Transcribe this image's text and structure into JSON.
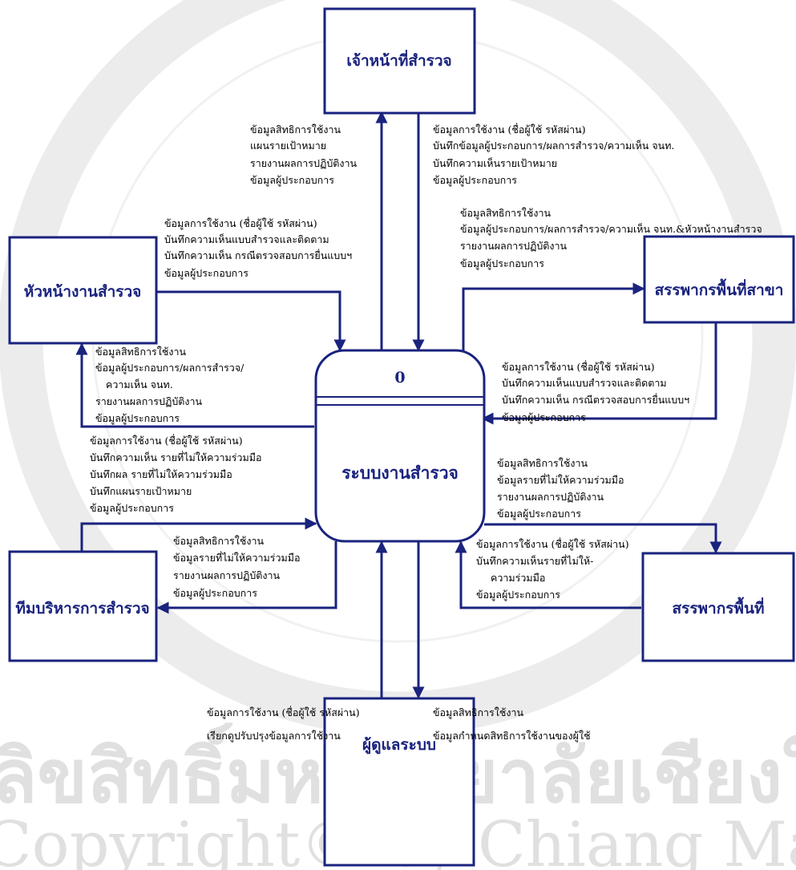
{
  "watermark": {
    "line1": "ลิขสิทธิ์มหาวิทยาลัยเชียงใหม่",
    "line2": "Copyright© by Chiang Mai University"
  },
  "colors": {
    "stroke": "#1a237e",
    "label": "#1a237e",
    "text": "#000000",
    "background": "#ffffff",
    "watermark": "#e0e0e0"
  },
  "entities": {
    "survey_officer": "เจ้าหน้าที่สำรวจ",
    "head_of_survey": "หัวหน้างานสำรวจ",
    "area_revenue_branch": "สรรพากรพื้นที่สาขา",
    "survey_mgmt_team": "ทีมบริหารการสำรวจ",
    "area_revenue": "สรรพากรพื้นที่",
    "system_admin": "ผู้ดูแลระบบ"
  },
  "process": {
    "number": "0",
    "name": "ระบบงานสำรวจ"
  },
  "flows": {
    "to_officer": [
      "ข้อมูลสิทธิการใช้งาน",
      "แผนรายเป้าหมาย",
      "รายงานผลการปฏิบัติงาน",
      "ข้อมูลผู้ประกอบการ"
    ],
    "from_officer": [
      "ข้อมูลการใช้งาน (ชื่อผู้ใช้ รหัสผ่าน)",
      "บันทึกข้อมูลผู้ประกอบการ/ผลการสำรวจ/ความเห็น จนท.",
      "บันทึกความเห็นรายเป้าหมาย",
      "ข้อมูลผู้ประกอบการ"
    ],
    "from_head_of_survey": [
      "ข้อมูลการใช้งาน (ชื่อผู้ใช้ รหัสผ่าน)",
      "บันทึกความเห็นแบบสำรวจและติดตาม",
      "บันทึกความเห็น กรณีตรวจสอบการยื่นแบบฯ",
      "ข้อมูลผู้ประกอบการ"
    ],
    "to_area_branch": [
      "ข้อมูลสิทธิการใช้งาน",
      "ข้อมูลผู้ประกอบการ/ผลการสำรวจ/ความเห็น จนท.&หัวหน้างานสำรวจ",
      "รายงานผลการปฏิบัติงาน",
      "ข้อมูลผู้ประกอบการ"
    ],
    "to_head_of_survey": [
      "ข้อมูลสิทธิการใช้งาน",
      "ข้อมูลผู้ประกอบการ/ผลการสำรวจ/",
      "ความเห็น จนท.",
      "รายงานผลการปฏิบัติงาน",
      "ข้อมูลผู้ประกอบการ"
    ],
    "from_area_branch": [
      "ข้อมูลการใช้งาน (ชื่อผู้ใช้ รหัสผ่าน)",
      "บันทึกความเห็นแบบสำรวจและติดตาม",
      "บันทึกความเห็น กรณีตรวจสอบการยื่นแบบฯ",
      "ข้อมูลผู้ประกอบการ"
    ],
    "from_mgmt_team": [
      "ข้อมูลการใช้งาน (ชื่อผู้ใช้ รหัสผ่าน)",
      "บันทึกความเห็น รายที่ไม่ให้ความร่วมมือ",
      "บันทึกผล รายที่ไม่ให้ความร่วมมือ",
      "บันทึกแผนรายเป้าหมาย",
      "ข้อมูลผู้ประกอบการ"
    ],
    "to_area_revenue": [
      "ข้อมูลสิทธิการใช้งาน",
      "ข้อมูลรายที่ไม่ให้ความร่วมมือ",
      "รายงานผลการปฏิบัติงาน",
      "ข้อมูลผู้ประกอบการ"
    ],
    "to_mgmt_team": [
      "ข้อมูลสิทธิการใช้งาน",
      "ข้อมูลรายที่ไม่ให้ความร่วมมือ",
      "รายงานผลการปฏิบัติงาน",
      "ข้อมูลผู้ประกอบการ"
    ],
    "from_area_revenue": [
      "ข้อมูลการใช้งาน (ชื่อผู้ใช้ รหัสผ่าน)",
      "บันทึกความเห็นรายที่ไม่ให้-",
      "ความร่วมมือ",
      "ข้อมูลผู้ประกอบการ"
    ],
    "from_admin": [
      "ข้อมูลการใช้งาน (ชื่อผู้ใช้ รหัสผ่าน)",
      "เรียกดูปรับปรุงข้อมูลการใช้งาน"
    ],
    "to_admin": [
      "ข้อมูลสิทธิการใช้งาน",
      "ข้อมูลกำหนดสิทธิการใช้งานของผู้ใช้"
    ]
  }
}
